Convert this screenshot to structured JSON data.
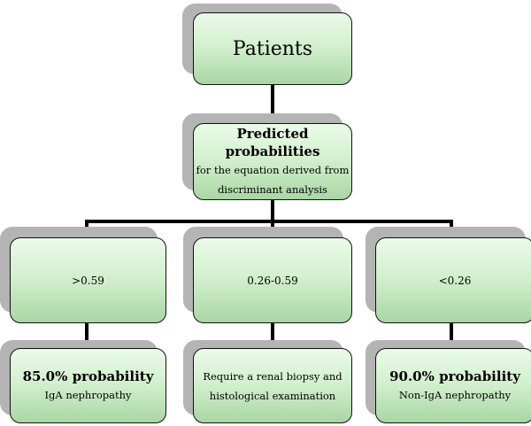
{
  "diagram": {
    "root": {
      "label": "Patients"
    },
    "predictor": {
      "title": "Predicted probabilities",
      "line1": "for the equation derived from",
      "line2": "discriminant analysis"
    },
    "branches": [
      {
        "threshold": ">0.59",
        "outcome_title": "85.0% probability",
        "outcome_text": "IgA nephropathy"
      },
      {
        "threshold": "0.26-0.59",
        "outcome_line1": "Require a renal biopsy and",
        "outcome_line2": "histological examination"
      },
      {
        "threshold": "<0.26",
        "outcome_title": "90.0% probability",
        "outcome_text": "Non-IgA nephropathy"
      }
    ]
  }
}
